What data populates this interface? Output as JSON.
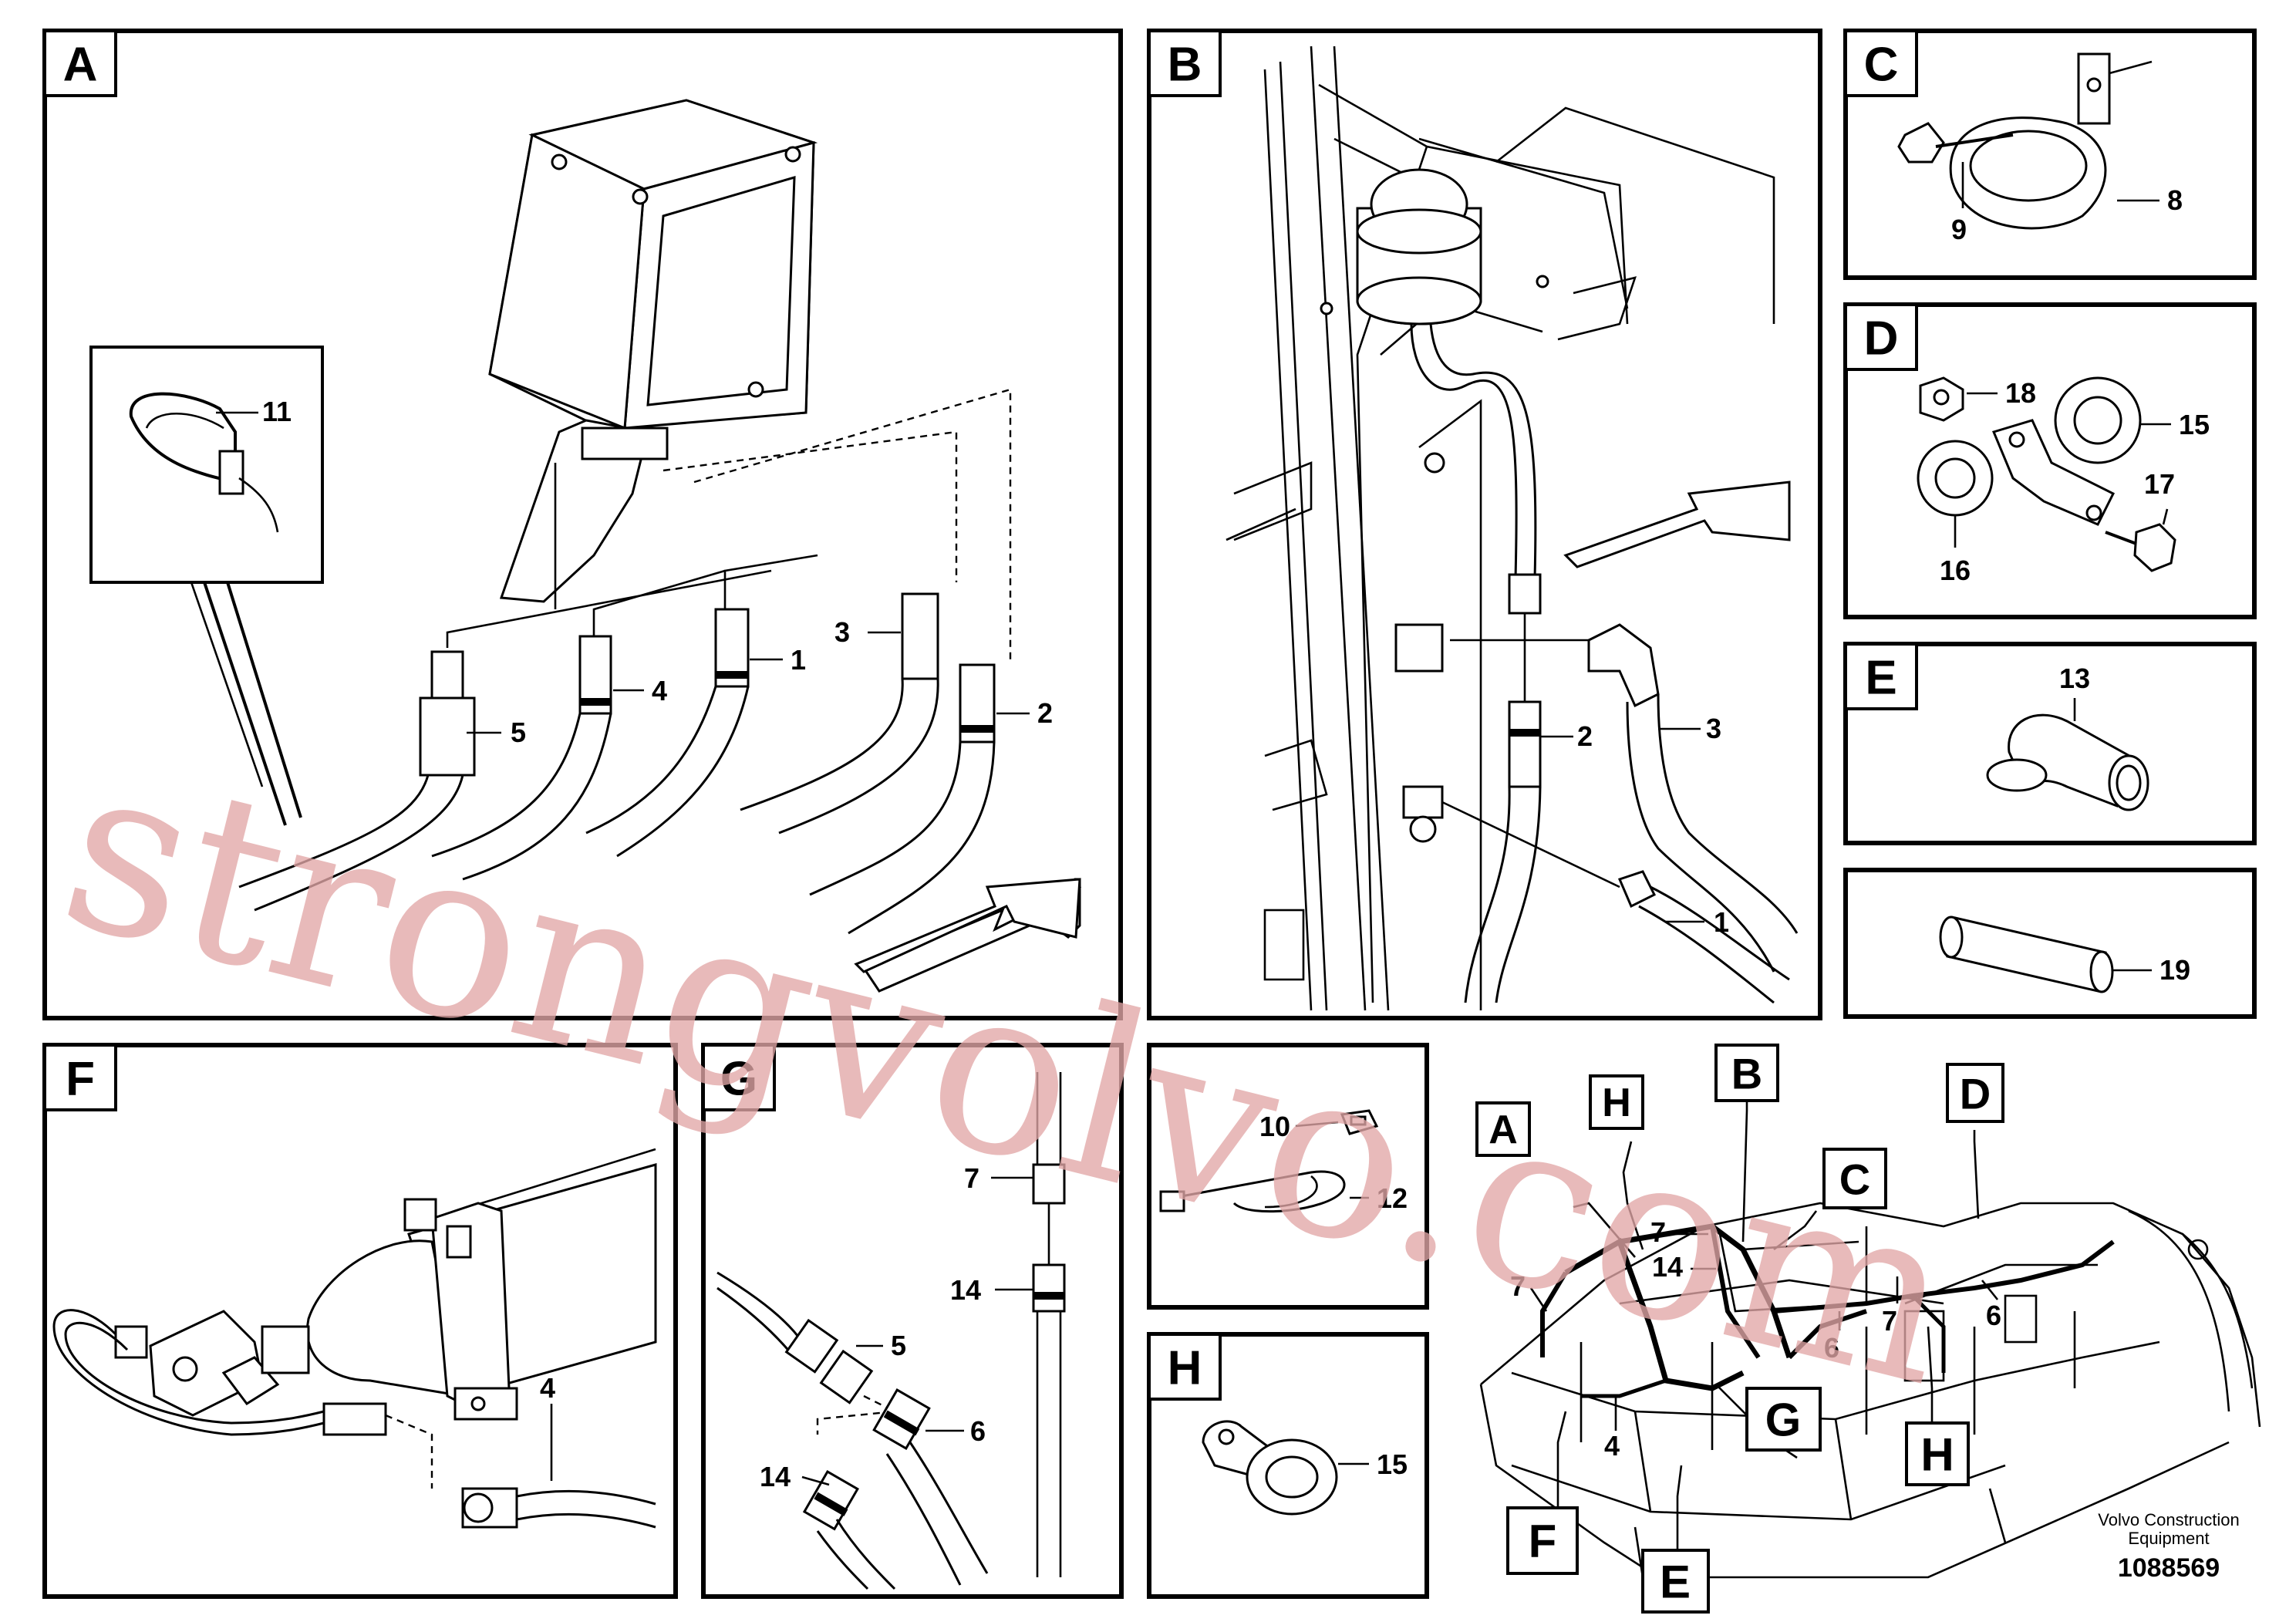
{
  "panels": {
    "A": {
      "label": "A",
      "callouts": {
        "c11": "11",
        "c5": "5",
        "c4": "4",
        "c1": "1",
        "c3": "3",
        "c2": "2"
      }
    },
    "B": {
      "label": "B",
      "callouts": {
        "c2": "2",
        "c3": "3",
        "c1": "1"
      }
    },
    "C": {
      "label": "C",
      "callouts": {
        "c9": "9",
        "c8": "8"
      }
    },
    "D": {
      "label": "D",
      "callouts": {
        "c18": "18",
        "c15": "15",
        "c17": "17",
        "c16": "16"
      }
    },
    "E": {
      "label": "E",
      "callouts": {
        "c13": "13"
      }
    },
    "S19": {
      "callouts": {
        "c19": "19"
      }
    },
    "F": {
      "label": "F",
      "callouts": {
        "c4": "4"
      }
    },
    "G": {
      "label": "G",
      "callouts": {
        "c7": "7",
        "c14a": "14",
        "c5": "5",
        "c6": "6",
        "c14b": "14"
      }
    },
    "S10": {
      "callouts": {
        "c10": "10",
        "c12": "12"
      }
    },
    "H": {
      "label": "H",
      "callouts": {
        "c15": "15"
      }
    },
    "overview": {
      "markers": {
        "A": "A",
        "H1": "H",
        "B": "B",
        "C": "C",
        "D": "D",
        "G": "G",
        "H2": "H",
        "F": "F",
        "E": "E"
      },
      "callouts": {
        "c7a": "7",
        "c14": "14",
        "c7b": "7",
        "c7c": "7",
        "c6a": "6",
        "c6b": "6",
        "c4": "4"
      }
    }
  },
  "credit": {
    "line1": "Volvo Construction",
    "line2": "Equipment"
  },
  "doc_number": "1088569",
  "watermark": "strongvolvo.com",
  "colors": {
    "lines": "#000000",
    "background": "#ffffff",
    "watermark": "#e2a6a6"
  }
}
